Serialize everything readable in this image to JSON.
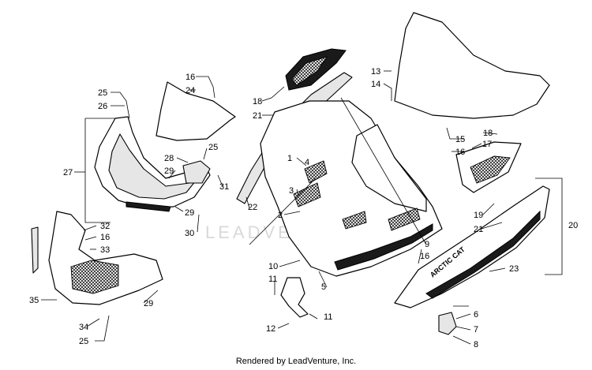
{
  "footer": {
    "credit": "Rendered by LeadVenture, Inc."
  },
  "watermark": "LEADVENTURE",
  "decal_text": "ARCTIC CAT",
  "callouts": [
    {
      "id": "c16a",
      "label": "16"
    },
    {
      "id": "c24",
      "label": "24"
    },
    {
      "id": "c25a",
      "label": "25"
    },
    {
      "id": "c26",
      "label": "26"
    },
    {
      "id": "c27",
      "label": "27"
    },
    {
      "id": "c28",
      "label": "28"
    },
    {
      "id": "c25b",
      "label": "25"
    },
    {
      "id": "c29a",
      "label": "29"
    },
    {
      "id": "c31",
      "label": "31"
    },
    {
      "id": "c29b",
      "label": "29"
    },
    {
      "id": "c30",
      "label": "30"
    },
    {
      "id": "c32",
      "label": "32"
    },
    {
      "id": "c16b",
      "label": "16"
    },
    {
      "id": "c33",
      "label": "33"
    },
    {
      "id": "c35",
      "label": "35"
    },
    {
      "id": "c29c",
      "label": "29"
    },
    {
      "id": "c34",
      "label": "34"
    },
    {
      "id": "c25c",
      "label": "25"
    },
    {
      "id": "c18a",
      "label": "18"
    },
    {
      "id": "c21a",
      "label": "21"
    },
    {
      "id": "c1",
      "label": "1"
    },
    {
      "id": "c4",
      "label": "4"
    },
    {
      "id": "c3",
      "label": "3"
    },
    {
      "id": "c22",
      "label": "22"
    },
    {
      "id": "c2",
      "label": "2"
    },
    {
      "id": "c10",
      "label": "10"
    },
    {
      "id": "c11a",
      "label": "11"
    },
    {
      "id": "c5",
      "label": "5"
    },
    {
      "id": "c12",
      "label": "12"
    },
    {
      "id": "c11b",
      "label": "11"
    },
    {
      "id": "c9",
      "label": "9"
    },
    {
      "id": "c16c",
      "label": "16"
    },
    {
      "id": "c13",
      "label": "13"
    },
    {
      "id": "c14",
      "label": "14"
    },
    {
      "id": "c15",
      "label": "15"
    },
    {
      "id": "c16d",
      "label": "16"
    },
    {
      "id": "c17",
      "label": "17"
    },
    {
      "id": "c18b",
      "label": "18"
    },
    {
      "id": "c19",
      "label": "19"
    },
    {
      "id": "c21b",
      "label": "21"
    },
    {
      "id": "c20",
      "label": "20"
    },
    {
      "id": "c23",
      "label": "23"
    },
    {
      "id": "c6",
      "label": "6"
    },
    {
      "id": "c7",
      "label": "7"
    },
    {
      "id": "c8",
      "label": "8"
    }
  ]
}
